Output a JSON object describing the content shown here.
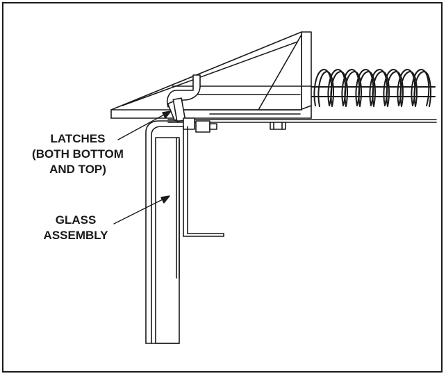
{
  "diagram": {
    "labels": {
      "latches": [
        "LATCHES",
        "(BOTH BOTTOM",
        "AND TOP)"
      ],
      "glass_assembly": [
        "GLASS",
        "ASSEMBLY"
      ]
    },
    "colors": {
      "line": "#1a1a1a",
      "fill": "#ffffff",
      "frame": "#1a1a1a"
    }
  }
}
